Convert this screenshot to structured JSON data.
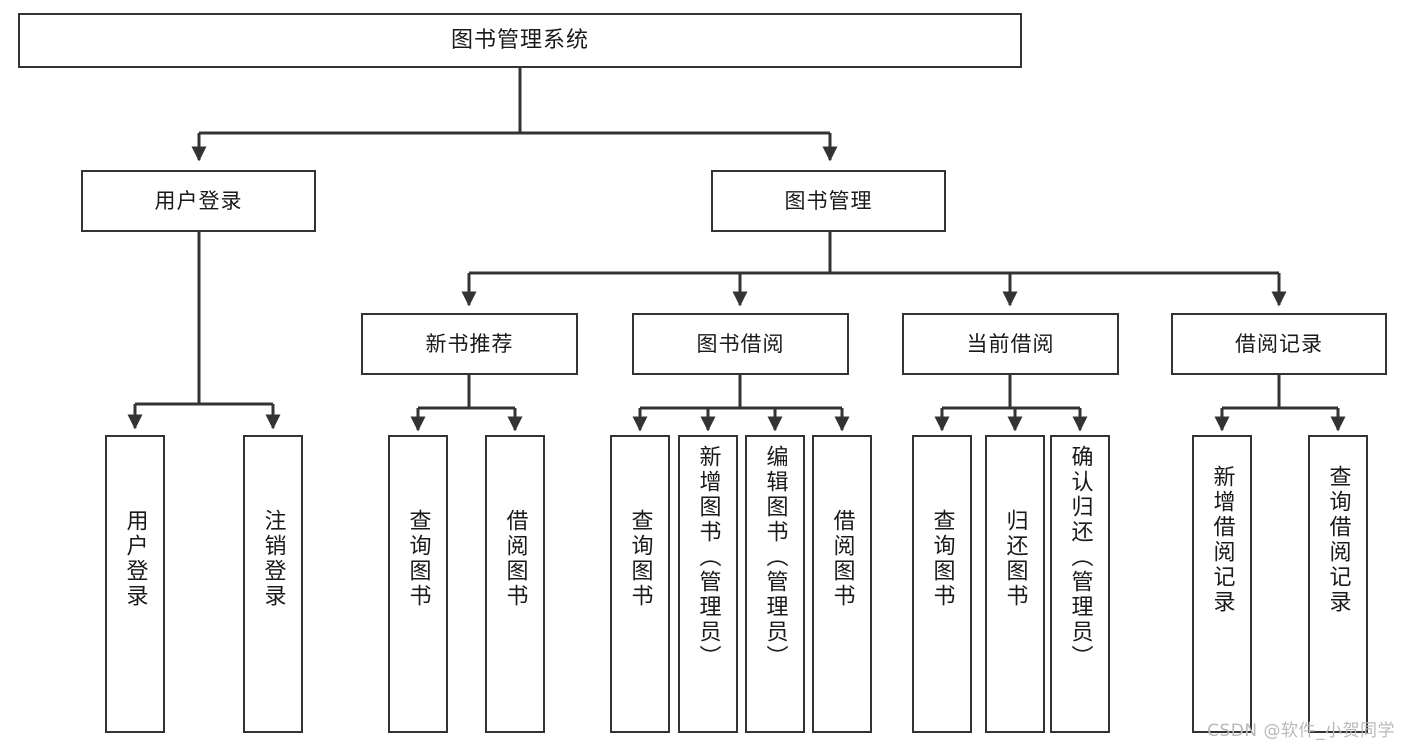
{
  "diagram": {
    "title": "图书管理系统",
    "type": "tree-hierarchy-chart",
    "colors": {
      "stroke": "#333333",
      "fill": "#ffffff",
      "text": "#1a1a1a",
      "watermark": "#b9b9b9"
    },
    "watermark": "CSDN @软件_小贺同学",
    "nodes": {
      "root": {
        "label": "图书管理系统"
      },
      "level2": [
        {
          "id": "user-login",
          "label": "用户登录"
        },
        {
          "id": "book-manage",
          "label": "图书管理"
        }
      ],
      "level3": [
        {
          "id": "new-book-rec",
          "label": "新书推荐"
        },
        {
          "id": "book-borrow",
          "label": "图书借阅"
        },
        {
          "id": "current-borrow",
          "label": "当前借阅"
        },
        {
          "id": "borrow-record",
          "label": "借阅记录"
        }
      ],
      "leaves": {
        "user-login": [
          {
            "id": "leaf-user-login",
            "label": "用户登录"
          },
          {
            "id": "leaf-user-logout",
            "label": "注销登录"
          }
        ],
        "new-book-rec": [
          {
            "id": "leaf-query-book-1",
            "label": "查询图书"
          },
          {
            "id": "leaf-borrow-book-1",
            "label": "借阅图书"
          }
        ],
        "book-borrow": [
          {
            "id": "leaf-query-book-2",
            "label": "查询图书"
          },
          {
            "id": "leaf-add-book",
            "label": "新增图书（管理员）"
          },
          {
            "id": "leaf-edit-book",
            "label": "编辑图书（管理员）"
          },
          {
            "id": "leaf-borrow-book-2",
            "label": "借阅图书"
          }
        ],
        "current-borrow": [
          {
            "id": "leaf-query-book-3",
            "label": "查询图书"
          },
          {
            "id": "leaf-return-book",
            "label": "归还图书"
          },
          {
            "id": "leaf-confirm-return",
            "label": "确认归还（管理员）"
          }
        ],
        "borrow-record": [
          {
            "id": "leaf-add-record",
            "label": "新增借阅记录"
          },
          {
            "id": "leaf-query-record",
            "label": "查询借阅记录"
          }
        ]
      }
    }
  }
}
